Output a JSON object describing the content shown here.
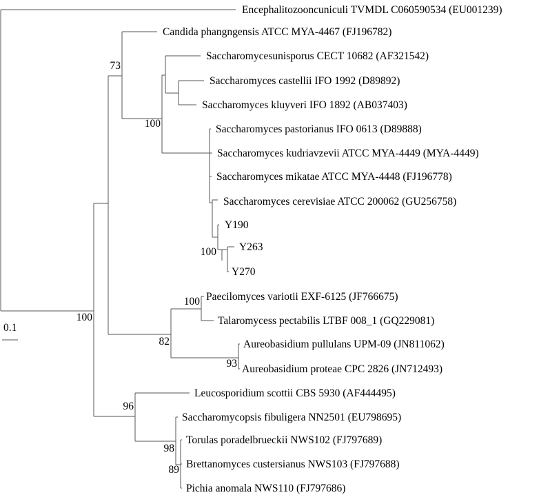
{
  "tree": {
    "scale_label": "0.1",
    "bootstrap_values": [
      "73",
      "100",
      "100",
      "100",
      "100",
      "82",
      "93",
      "96",
      "98",
      "89"
    ],
    "taxa": [
      {
        "species": "Encephalitozooncuniculi",
        "strain": "TVMDL C060590534 (EU001239)"
      },
      {
        "species": "Candida phangngensis",
        "strain": "ATCC MYA-4467 (FJ196782)"
      },
      {
        "species": "Saccharomycesunisporus",
        "strain": "CECT 10682 (AF321542)"
      },
      {
        "species": "Saccharomyces castellii",
        "strain": "IFO 1992 (D89892)"
      },
      {
        "species": "Saccharomyces kluyveri",
        "strain": "IFO 1892 (AB037403)"
      },
      {
        "species": "Saccharomyces pastorianus",
        "strain": "IFO 0613 (D89888)"
      },
      {
        "species": "Saccharomyces kudriavzevii",
        "strain": "ATCC MYA-4449 (MYA-4449)"
      },
      {
        "species": "Saccharomyces mikatae",
        "strain": "ATCC MYA-4448 (FJ196778)"
      },
      {
        "species": "Saccharomyces cerevisiae",
        "strain": "ATCC 200062 (GU256758)"
      },
      {
        "species": "",
        "strain": "Y190"
      },
      {
        "species": "",
        "strain": "Y263"
      },
      {
        "species": "",
        "strain": "Y270"
      },
      {
        "species": "Paecilomyces variotii",
        "strain": "EXF-6125 (JF766675)"
      },
      {
        "species": "Talaromycess pectabilis",
        "strain": "LTBF 008_1 (GQ229081)"
      },
      {
        "species": "Aureobasidium pullulans",
        "strain": "UPM-09 (JN811062)"
      },
      {
        "species": "Aureobasidium proteae",
        "strain": "CPC 2826 (JN712493)"
      },
      {
        "species": "Leucosporidium scottii",
        "strain": "CBS 5930 (AF444495)"
      },
      {
        "species": "Saccharomycopsis fibuligera",
        "strain": "NN2501 (EU798695)"
      },
      {
        "species": "Torulas poradelbrueckii",
        "strain": "NWS102 (FJ797689)"
      },
      {
        "species": "Brettanomyces custersianus",
        "strain": "NWS103 (FJ797688)"
      },
      {
        "species": "Pichia anomala",
        "strain": "NWS110 (FJ797686)"
      }
    ]
  }
}
